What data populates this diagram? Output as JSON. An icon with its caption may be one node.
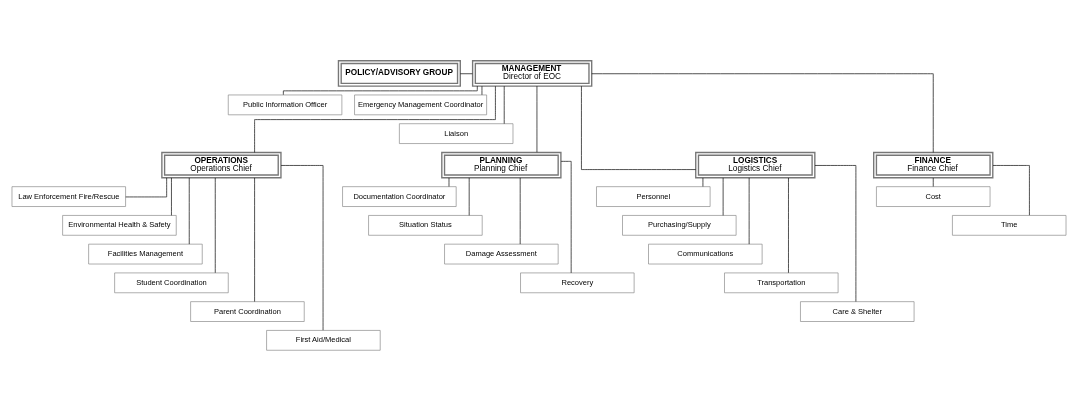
{
  "diagram": {
    "nodes": [
      {
        "text": [
          "POLICY/ADVISORY GROUP"
        ]
      },
      {
        "text": [
          "MANAGEMENT",
          "Director of EOC"
        ]
      },
      {
        "text": [
          "Public Information Officer"
        ]
      },
      {
        "text": [
          "Emergency Management Coordinator"
        ]
      },
      {
        "text": [
          "Liaison"
        ]
      },
      {
        "text": [
          "OPERATIONS",
          "Operations Chief"
        ]
      },
      {
        "text": [
          "PLANNING",
          "Planning Chief"
        ]
      },
      {
        "text": [
          "LOGISTICS",
          "Logistics Chief"
        ]
      },
      {
        "text": [
          "FINANCE",
          "Finance Chief"
        ]
      },
      {
        "text": [
          "Law Enforcement Fire/Rescue"
        ]
      },
      {
        "text": [
          "Environmental Health & Safety"
        ]
      },
      {
        "text": [
          "Facilities Management"
        ]
      },
      {
        "text": [
          "Student Coordination"
        ]
      },
      {
        "text": [
          "Parent Coordination"
        ]
      },
      {
        "text": [
          "First Aid/Medical"
        ]
      },
      {
        "text": [
          "Documentation Coordinator"
        ]
      },
      {
        "text": [
          "Situation Status"
        ]
      },
      {
        "text": [
          "Damage Assessment"
        ]
      },
      {
        "text": [
          "Recovery"
        ]
      },
      {
        "text": [
          "Personnel"
        ]
      },
      {
        "text": [
          "Purchasing/Supply"
        ]
      },
      {
        "text": [
          "Communications"
        ]
      },
      {
        "text": [
          "Transportation"
        ]
      },
      {
        "text": [
          "Care & Shelter"
        ]
      },
      {
        "text": [
          "Cost"
        ]
      },
      {
        "text": [
          "Time"
        ]
      }
    ],
    "edges": [
      {
        "from": 0,
        "to": 1,
        "arrow": "none"
      },
      {
        "from": 1,
        "to": 2,
        "arrow": "none"
      },
      {
        "from": 1,
        "to": 3,
        "arrow": "none"
      },
      {
        "from": 1,
        "to": 4,
        "arrow": "none"
      },
      {
        "from": 1,
        "to": 5,
        "arrow": "none"
      },
      {
        "from": 1,
        "to": 6,
        "arrow": "none"
      },
      {
        "from": 1,
        "to": 7,
        "arrow": "none"
      },
      {
        "from": 1,
        "to": 8,
        "arrow": "none"
      },
      {
        "from": 5,
        "to": 9,
        "arrow": "none"
      },
      {
        "from": 5,
        "to": 10,
        "arrow": "none"
      },
      {
        "from": 5,
        "to": 11,
        "arrow": "none"
      },
      {
        "from": 5,
        "to": 12,
        "arrow": "none"
      },
      {
        "from": 5,
        "to": 13,
        "arrow": "none"
      },
      {
        "from": 5,
        "to": 14,
        "arrow": "none"
      },
      {
        "from": 6,
        "to": 15,
        "arrow": "none"
      },
      {
        "from": 6,
        "to": 16,
        "arrow": "none"
      },
      {
        "from": 6,
        "to": 17,
        "arrow": "none"
      },
      {
        "from": 6,
        "to": 18,
        "arrow": "none"
      },
      {
        "from": 7,
        "to": 19,
        "arrow": "none"
      },
      {
        "from": 7,
        "to": 20,
        "arrow": "none"
      },
      {
        "from": 7,
        "to": 21,
        "arrow": "none"
      },
      {
        "from": 7,
        "to": 22,
        "arrow": "none"
      },
      {
        "from": 7,
        "to": 23,
        "arrow": "none"
      },
      {
        "from": 8,
        "to": 24,
        "arrow": "none"
      },
      {
        "from": 8,
        "to": 25,
        "arrow": "none"
      }
    ]
  }
}
